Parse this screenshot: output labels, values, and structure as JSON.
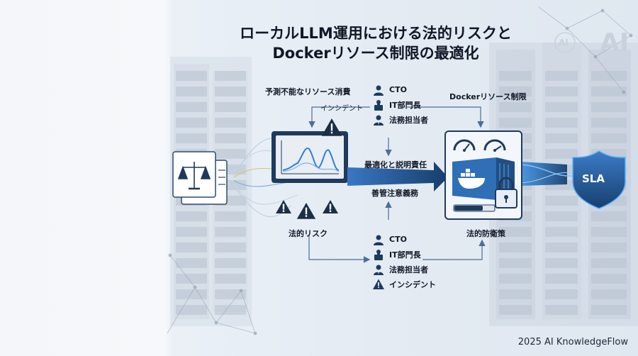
{
  "title": {
    "line1": "ローカルLLM運用における法的リスクと",
    "line2": "Dockerリソース制限の最適化"
  },
  "labels": {
    "unpredictable": "予測不能なリソース消費",
    "incident_upper": "インシデント",
    "docker_limit": "Dockerリソース制限",
    "optimization": "最適化と説明責任",
    "care_duty": "善管注意義務",
    "legal_risk": "法的リスク",
    "legal_defense": "法的防衛策",
    "sla": "SLA",
    "ai_badge": "AI",
    "ai_big": "AI"
  },
  "people_top": [
    {
      "role": "CTO",
      "icon": "person-icon"
    },
    {
      "role": "IT部門長",
      "icon": "briefcase-person-icon"
    },
    {
      "role": "法務担当者",
      "icon": "lawyer-icon"
    }
  ],
  "people_bottom": [
    {
      "role": "CTO",
      "icon": "person-icon"
    },
    {
      "role": "IT部門長",
      "icon": "briefcase-person-icon"
    },
    {
      "role": "法務担当者",
      "icon": "lawyer-icon"
    },
    {
      "role": "インシデント",
      "icon": "warning-icon"
    }
  ],
  "footer": "2025 AI KnowledgeFlow",
  "colors": {
    "navy": "#1b3a5c",
    "accent": "#2f7fd6",
    "shield": "#1d4e86"
  }
}
